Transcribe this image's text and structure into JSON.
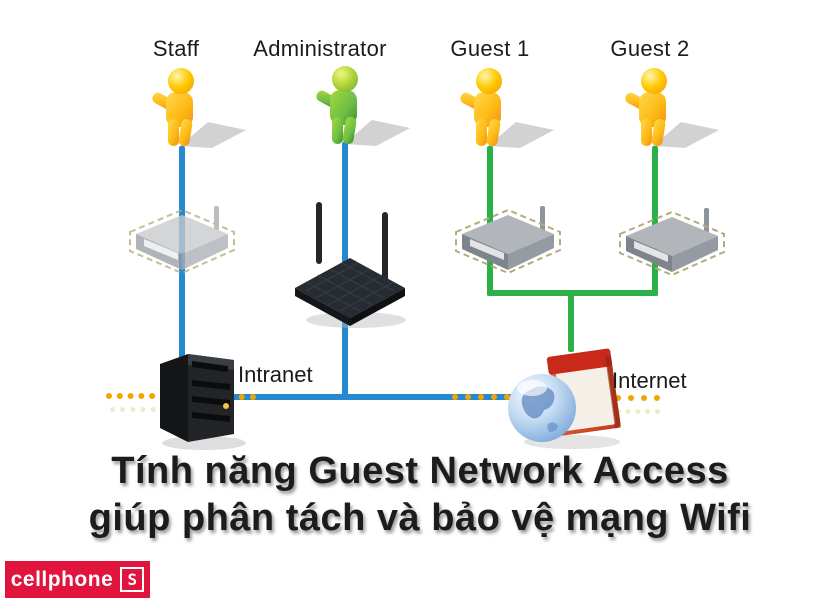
{
  "diagram": {
    "users": [
      {
        "id": "staff",
        "label": "Staff",
        "figure_color": "yellow"
      },
      {
        "id": "administrator",
        "label": "Administrator",
        "figure_color": "green"
      },
      {
        "id": "guest1",
        "label": "Guest 1",
        "figure_color": "yellow"
      },
      {
        "id": "guest2",
        "label": "Guest 2",
        "figure_color": "yellow"
      }
    ],
    "nodes": [
      {
        "id": "intranet",
        "label": "Intranet"
      },
      {
        "id": "internet",
        "label": "Internet"
      }
    ],
    "colors": {
      "intranet_line": "#2489CE",
      "guest_line": "#2CB04A",
      "flow_dots": "#F0A500"
    }
  },
  "caption": {
    "line1": "Tính năng Guest Network Access",
    "line2": "giúp phân tách và bảo vệ mạng Wifi"
  },
  "logo": {
    "brand": "cellphone",
    "mark": "S",
    "background": "#E0143C"
  }
}
